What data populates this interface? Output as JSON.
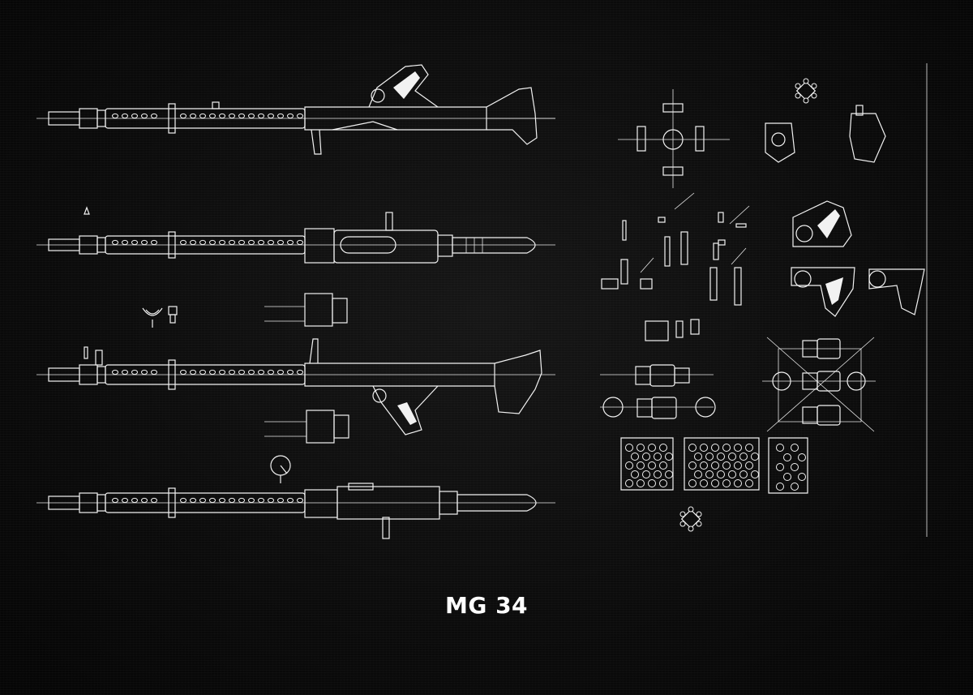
{
  "poster": {
    "title": "MG 34",
    "colors": {
      "background": "#0c0c0c",
      "line": "#f2f2f2"
    }
  },
  "views": [
    {
      "id": "side-view-stock",
      "icon": "rifle-side-stock-drawing"
    },
    {
      "id": "top-view",
      "icon": "rifle-top-drawing"
    },
    {
      "id": "side-view-pistol-grip",
      "icon": "rifle-side-grip-drawing"
    },
    {
      "id": "bottom-view",
      "icon": "rifle-bottom-drawing"
    }
  ]
}
